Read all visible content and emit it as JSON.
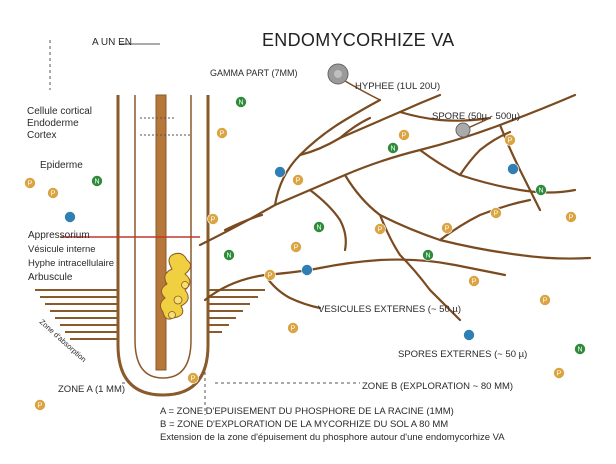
{
  "title": "ENDOMYCORHIZE VA",
  "labels": {
    "root": "A UN EN",
    "gamma": "GAMMA PART (7MM)",
    "hyphae": "HYPHEE (1UL 20U)",
    "spore": "SPORE (50µ - 500µ)",
    "cell_lines": [
      "Cellule cortical",
      "Endoderme",
      "Cortex"
    ],
    "epiderme": "Epiderme",
    "appressorium": "Appressorium",
    "vesicule_interne": "Vésicule interne",
    "hyphe_intracellulaire": "Hyphe intracellulaire",
    "arbuscule": "Arbuscule",
    "vesicules_externes": "VESICULES EXTERNES (~ 50 µ)",
    "spores_externes": "SPORES EXTERNES (~ 50 µ)",
    "zone_a": "ZONE A (1 MM)",
    "zone_b": "ZONE B (EXPLORATION ~ 80 MM)",
    "rhizoderme": "Zone d'absorption"
  },
  "footer": [
    "A = ZONE D'EPUISEMENT DU PHOSPHORE DE LA RACINE (1MM)",
    "B = ZONE D'EXPLORATION DE LA MYCORHIZE DU SOL A 80 MM",
    "Extension de la zone d'épuisement du phosphore autour d'une endomycorhize VA"
  ],
  "particles": {
    "P": "P",
    "N": "N"
  },
  "colors": {
    "root": "#8B5A2B",
    "hyphae": "#7a4a20",
    "phosphate": "#d9a441",
    "nitrogen": "#2e8b3a",
    "blue": "#2f7fb5",
    "arbuscule": "#f0d040",
    "red_line": "#c0392b",
    "spore_big": "#9a9a9a"
  }
}
